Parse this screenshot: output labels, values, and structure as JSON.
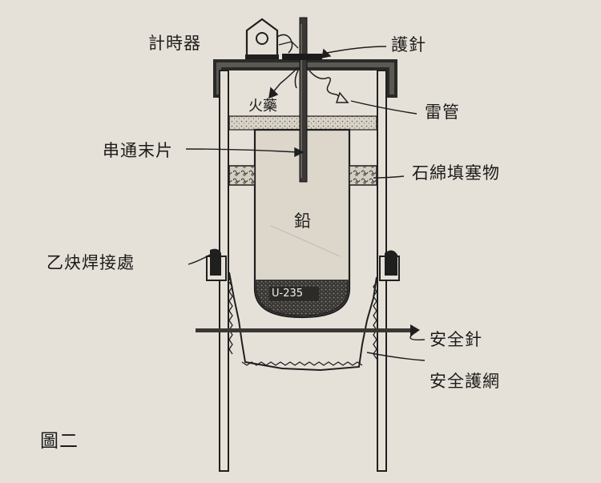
{
  "labels": {
    "timer": "計時器",
    "guard_pin": "護針",
    "detonator": "雷管",
    "powder": "火藥",
    "plate": "串通末片",
    "asbestos": "石綿填塞物",
    "lead": "鉛",
    "uranium": "U-235",
    "weld": "乙炔焊接處",
    "safety_pin": "安全針",
    "safety_net": "安全護網",
    "figure": "圖二"
  }
}
